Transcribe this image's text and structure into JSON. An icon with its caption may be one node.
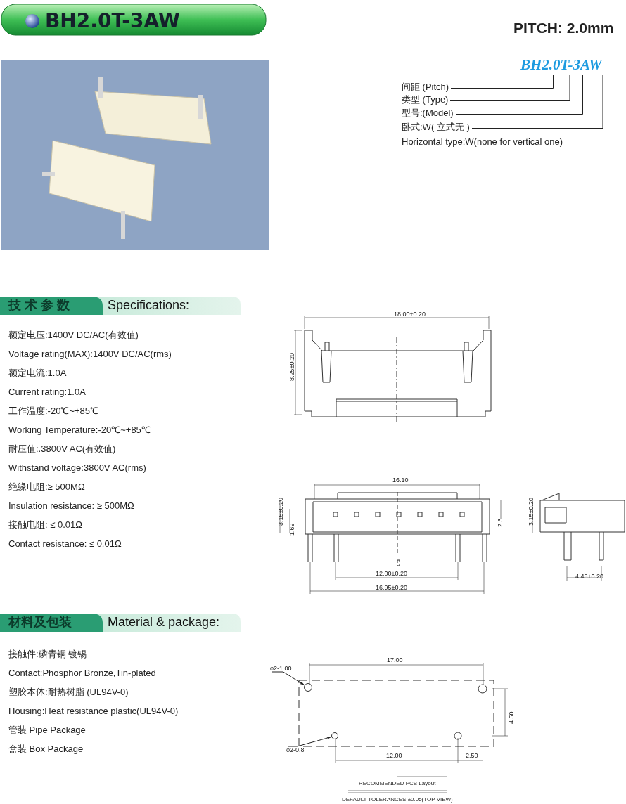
{
  "diagram": {
    "title": "BH2.0T-3AW",
    "nodes": [
      {
        "text": [
          "BH2.0T-3AW"
        ]
      },
      {
        "text": [],
        "shape": "bar"
      },
      {
        "text": [],
        "shape": "bar"
      },
      {
        "text": [],
        "shape": "bar"
      },
      {
        "text": [],
        "shape": "bar"
      },
      {
        "text": [
          "间距 (Pitch)"
        ]
      },
      {
        "text": [
          "类型 (Type)"
        ]
      },
      {
        "text": [
          "型号:(Model)"
        ]
      },
      {
        "text": [
          "卧式:W( 立式无 )"
        ]
      },
      {
        "text": [
          "ϕ2-1.00"
        ]
      },
      {
        "text": [
          "ϕ2-0.8"
        ]
      },
      {
        "text": [],
        "shape": "circle"
      },
      {
        "text": [],
        "shape": "circle"
      }
    ],
    "edges": [
      {
        "from": 5,
        "to": 1,
        "arrow": "none"
      },
      {
        "from": 6,
        "to": 2,
        "arrow": "none"
      },
      {
        "from": 7,
        "to": 3,
        "arrow": "none"
      },
      {
        "from": 8,
        "to": 4,
        "arrow": "none"
      },
      {
        "from": 9,
        "to": 11,
        "arrow": "to"
      },
      {
        "from": 10,
        "to": 12,
        "arrow": "to"
      }
    ],
    "labels": [
      "PITCH: 2.0mm",
      "Horizontal type:W(none for vertical one)",
      "技 术 参 数",
      "Specifications:",
      "额定电压:1400V DC/AC(有效值)",
      "Voltage rating(MAX):1400V DC/AC(rms)",
      "额定电流:1.0A",
      "Current rating:1.0A",
      "工作温度:-20℃~+85℃",
      "Working Temperature:-20℃~+85℃",
      "耐压值:.3800V AC(有效值)",
      "Withstand voltage:3800V AC(rms)",
      "绝缘电阻:≥ 500MΩ",
      "Insulation resistance: ≥ 500MΩ",
      "接触电阻: ≤ 0.01Ω",
      "Contact resistance: ≤ 0.01Ω",
      "材料及包装",
      "Material & package:",
      "接触件:磷青铜 镀锡",
      "Contact:Phosphor Bronze,Tin-plated",
      "塑胶本体:耐热树脂 (UL94V-0)",
      "Housing:Heat resistance plastic(UL94V-0)",
      "管装 Pipe Package",
      "盒装 Box Package",
      "18.00±0.20",
      "8.25±0.20",
      "16.10",
      "3.15±0.20",
      "1.69",
      "2.3",
      "12.00±0.20",
      "16.95±0.20",
      "3.15±0.20",
      "4.45±0.20",
      "17.00",
      "4.50",
      "12.00",
      "2.50",
      "RECOMMENDED PCB Layout",
      "DEFAULT TOLERANCES:±0.05(TOP VIEW)"
    ]
  }
}
